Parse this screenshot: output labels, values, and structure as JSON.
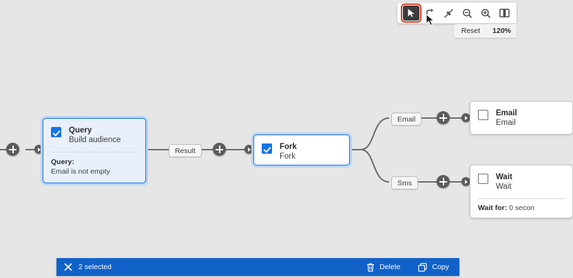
{
  "canvas": {
    "background": "#e6e6e6",
    "accent": "#1473e6",
    "highlight": "#e03b24"
  },
  "toolbar": {
    "buttons": [
      {
        "name": "select-tool",
        "icon": "cursor-arrow-icon",
        "active": true,
        "highlighted": true
      },
      {
        "name": "layout-tool",
        "icon": "branch-arrow-icon",
        "active": false,
        "highlighted": false
      },
      {
        "name": "fit-to-screen-tool",
        "icon": "collapse-arrows-icon",
        "active": false,
        "highlighted": false
      },
      {
        "name": "zoom-out-tool",
        "icon": "zoom-out-icon",
        "active": false,
        "highlighted": false
      },
      {
        "name": "zoom-in-tool",
        "icon": "zoom-in-icon",
        "active": false,
        "highlighted": false
      },
      {
        "name": "map-view-tool",
        "icon": "book-map-icon",
        "active": false,
        "highlighted": false
      }
    ],
    "reset_label": "Reset",
    "zoom_level": "120%"
  },
  "nodes": {
    "query": {
      "title": "Query",
      "subtitle": "Build audience",
      "detail_label": "Query:",
      "detail_value": "Email is not empty",
      "checked": true,
      "selected": true
    },
    "fork": {
      "title": "Fork",
      "subtitle": "Fork",
      "checked": true,
      "selected": true
    },
    "email": {
      "title": "Email",
      "subtitle": "Email",
      "checked": false,
      "selected": false
    },
    "wait": {
      "title": "Wait",
      "subtitle": "Wait",
      "detail_label": "Wait for:",
      "detail_value": "0 secon",
      "checked": false,
      "selected": false
    }
  },
  "edge_labels": {
    "result": "Result",
    "email": "Email",
    "sms": "Sms"
  },
  "action_bar": {
    "close_icon": "close-x-icon",
    "selection_text": "2 selected",
    "delete_icon": "trash-icon",
    "delete_label": "Delete",
    "copy_icon": "copy-icon",
    "copy_label": "Copy"
  }
}
